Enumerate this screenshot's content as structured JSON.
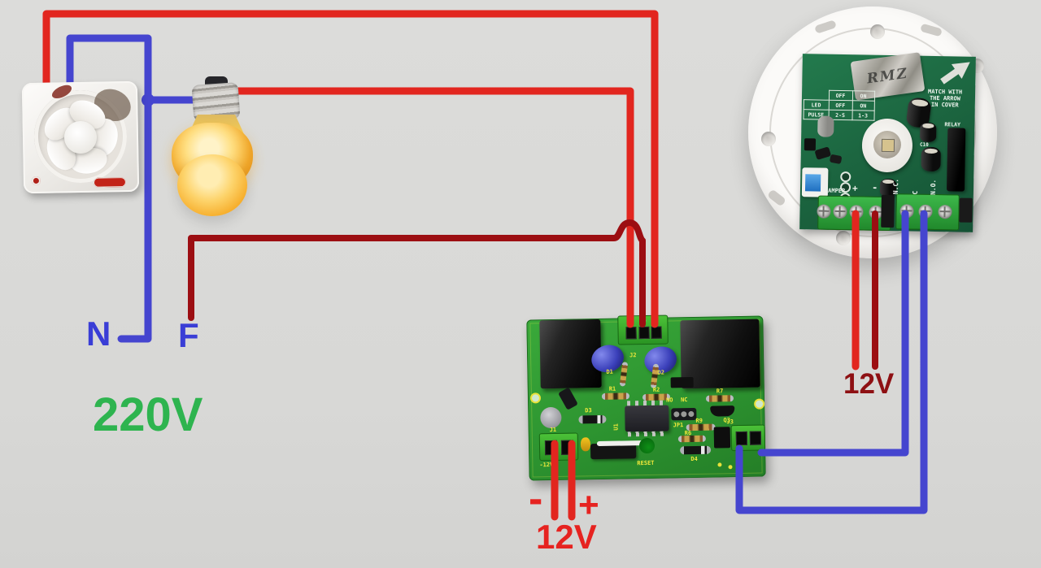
{
  "diagram": {
    "labels": {
      "neutral": "N",
      "live": "F",
      "mains": "220V",
      "pir_supply": "12V",
      "supply_minus": "-",
      "supply_plus": "+",
      "supply": "12V"
    }
  },
  "relay_board": {
    "silkscreen": {
      "j2": "J2",
      "d1": "D1",
      "d2": "D2",
      "r1": "R1",
      "r2": "R2",
      "u1": "U1",
      "d3": "D3",
      "no": "NO",
      "nc": "NC",
      "jp1": "JP1",
      "r7": "R7",
      "q3": "Q3",
      "r9": "R9",
      "r6": "R6",
      "d4": "D4",
      "reset": "RESET",
      "j1": "J1",
      "j3": "J3",
      "supply": "-12V+"
    }
  },
  "pir_sensor": {
    "sticker": "RMZ",
    "cover_note": [
      "MATCH WITH",
      "THE ARROW",
      "IN COVER"
    ],
    "relay_label": "RELAY",
    "c10": "C10",
    "jumper_table": [
      [
        "",
        "OFF",
        "ON"
      ],
      [
        "LED",
        "OFF",
        "ON"
      ],
      [
        "PULSE",
        "2-S",
        "1-3"
      ]
    ],
    "terminals": {
      "tamper": "TAMPER",
      "plus": "+",
      "minus": "-",
      "nc": "N.C.",
      "c": "C",
      "no": "N.O."
    }
  },
  "colors": {
    "wire_red": "#e2261f",
    "wire_dark_red": "#9c0e12",
    "wire_blue": "#4545cf",
    "label_blue": "#3a3ed6",
    "label_green": "#2eb44f",
    "label_dark_red": "#8e1013",
    "label_red": "#e62320",
    "background": "#d9d9d7"
  }
}
